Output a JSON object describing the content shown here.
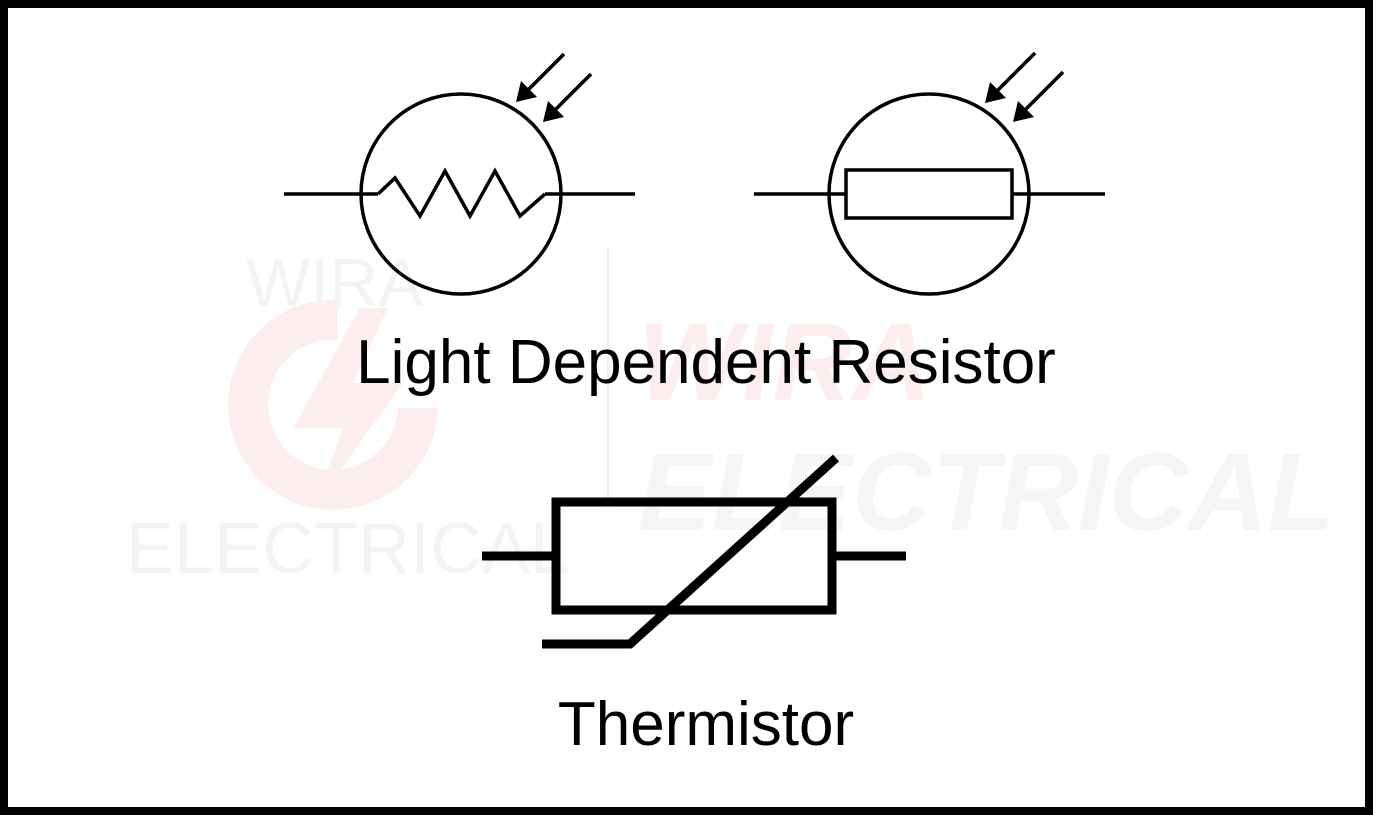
{
  "watermark": {
    "brand_top": "WIRA",
    "brand_bottom": "ELECTRICAL",
    "big_line1": "WIRA",
    "big_line2": "ELECTRICAL",
    "accent_color": "#e53935"
  },
  "labels": {
    "ldr_caption": "Light Dependent Resistor",
    "thermistor_caption": "Thermistor"
  },
  "symbols": {
    "ldr_zigzag": "light-dependent-resistor-zigzag-symbol",
    "ldr_box": "light-dependent-resistor-box-symbol",
    "thermistor": "thermistor-symbol"
  },
  "colors": {
    "stroke": "#000000",
    "background": "#ffffff"
  }
}
